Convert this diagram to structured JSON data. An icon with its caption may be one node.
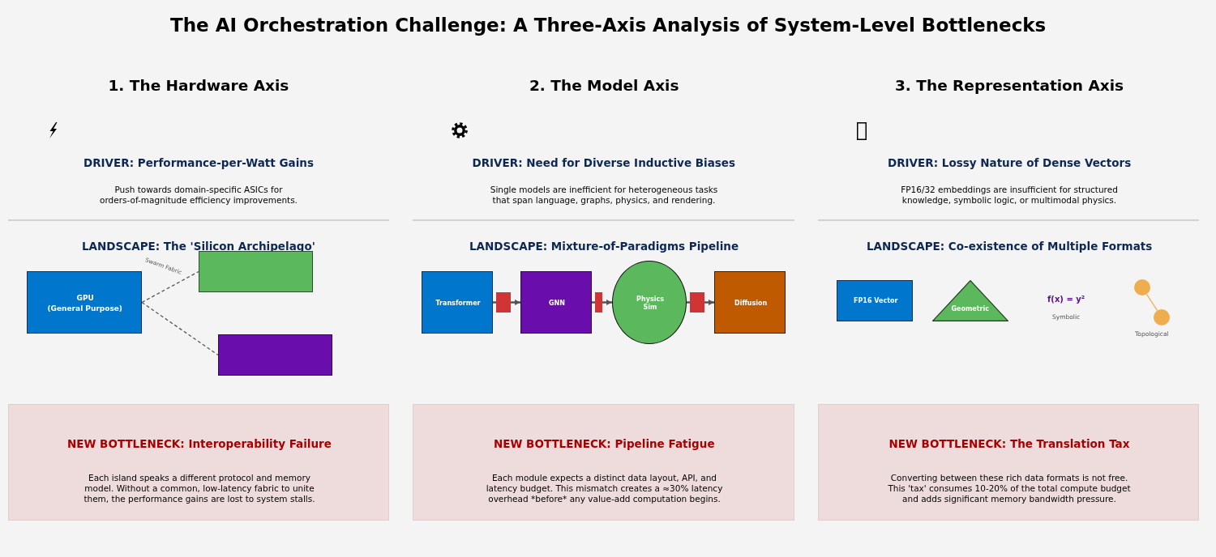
{
  "diagram": {
    "title": "The AI Orchestration Challenge: A Three-Axis Analysis of System-Level Bottlenecks",
    "nodes": [
      {
        "text": [
          "GPU",
          "(General Purpose)"
        ]
      },
      {
        "text": [],
        "shape": "box"
      },
      {
        "text": [],
        "shape": "box"
      },
      {
        "text": [
          "Transformer"
        ]
      },
      {
        "text": [],
        "shape": "box"
      },
      {
        "text": [
          "GNN"
        ]
      },
      {
        "text": [],
        "shape": "box"
      },
      {
        "text": [
          "Physics Sim"
        ]
      },
      {
        "text": [],
        "shape": "box"
      },
      {
        "text": [
          "Diffusion"
        ]
      },
      {
        "text": [
          "FP16 Vector"
        ]
      },
      {
        "text": [
          "Geometric"
        ]
      },
      {
        "text": [],
        "shape": "circle"
      },
      {
        "text": [],
        "shape": "circle"
      },
      {
        "text": [
          "NEW BOTTLENECK: Interoperability Failure",
          "Each island speaks a different protocol and memory model. Without a common, low-latency fabric to unite them, the performance gains are lost to system stalls."
        ]
      },
      {
        "text": [
          "NEW BOTTLENECK: Pipeline Fatigue",
          "Each module expects a distinct data layout, API, and latency budget. This mismatch creates a ≈30% latency overhead *before* any value-add computation begins."
        ]
      },
      {
        "text": [
          "NEW BOTTLENECK: The Translation Tax",
          "Converting between these rich data formats is not free. This 'tax' consumes 10-20% of the total compute budget and adds significant memory bandwidth pressure."
        ]
      }
    ],
    "edges": [
      {
        "from": 0,
        "to": 1,
        "arrow": "none",
        "style": "dashed",
        "label": "Swarm Fabric"
      },
      {
        "from": 0,
        "to": 2,
        "arrow": "none",
        "style": "dashed"
      },
      {
        "from": 3,
        "to": 4,
        "arrow": "none"
      },
      {
        "from": 4,
        "to": 5,
        "arrow": "to"
      },
      {
        "from": 5,
        "to": 6,
        "arrow": "none"
      },
      {
        "from": 6,
        "to": 7,
        "arrow": "to"
      },
      {
        "from": 7,
        "to": 8,
        "arrow": "none"
      },
      {
        "from": 8,
        "to": 9,
        "arrow": "to"
      },
      {
        "from": 12,
        "to": 13,
        "arrow": "none",
        "color": "#f0ad4e"
      }
    ],
    "labels": [
      "1. The Hardware Axis",
      "DRIVER: Performance-per-Watt Gains",
      "Push towards domain-specific ASICs for orders-of-magnitude efficiency improvements.",
      "LANDSCAPE: The 'Silicon Archipelago'",
      "2. The Model Axis",
      "DRIVER: Need for Diverse Inductive Biases",
      "Single models are inefficient for heterogeneous tasks that span language, graphs, physics, and rendering.",
      "LANDSCAPE: Mixture-of-Paradigms Pipeline",
      "3. The Representation Axis",
      "DRIVER: Lossy Nature of Dense Vectors",
      "FP16/32 embeddings are insufficient for structured knowledge, symbolic logic, or multimodal physics.",
      "LANDSCAPE: Co-existence of Multiple Formats",
      "f(x) = y²",
      "Symbolic",
      "Topological"
    ]
  }
}
